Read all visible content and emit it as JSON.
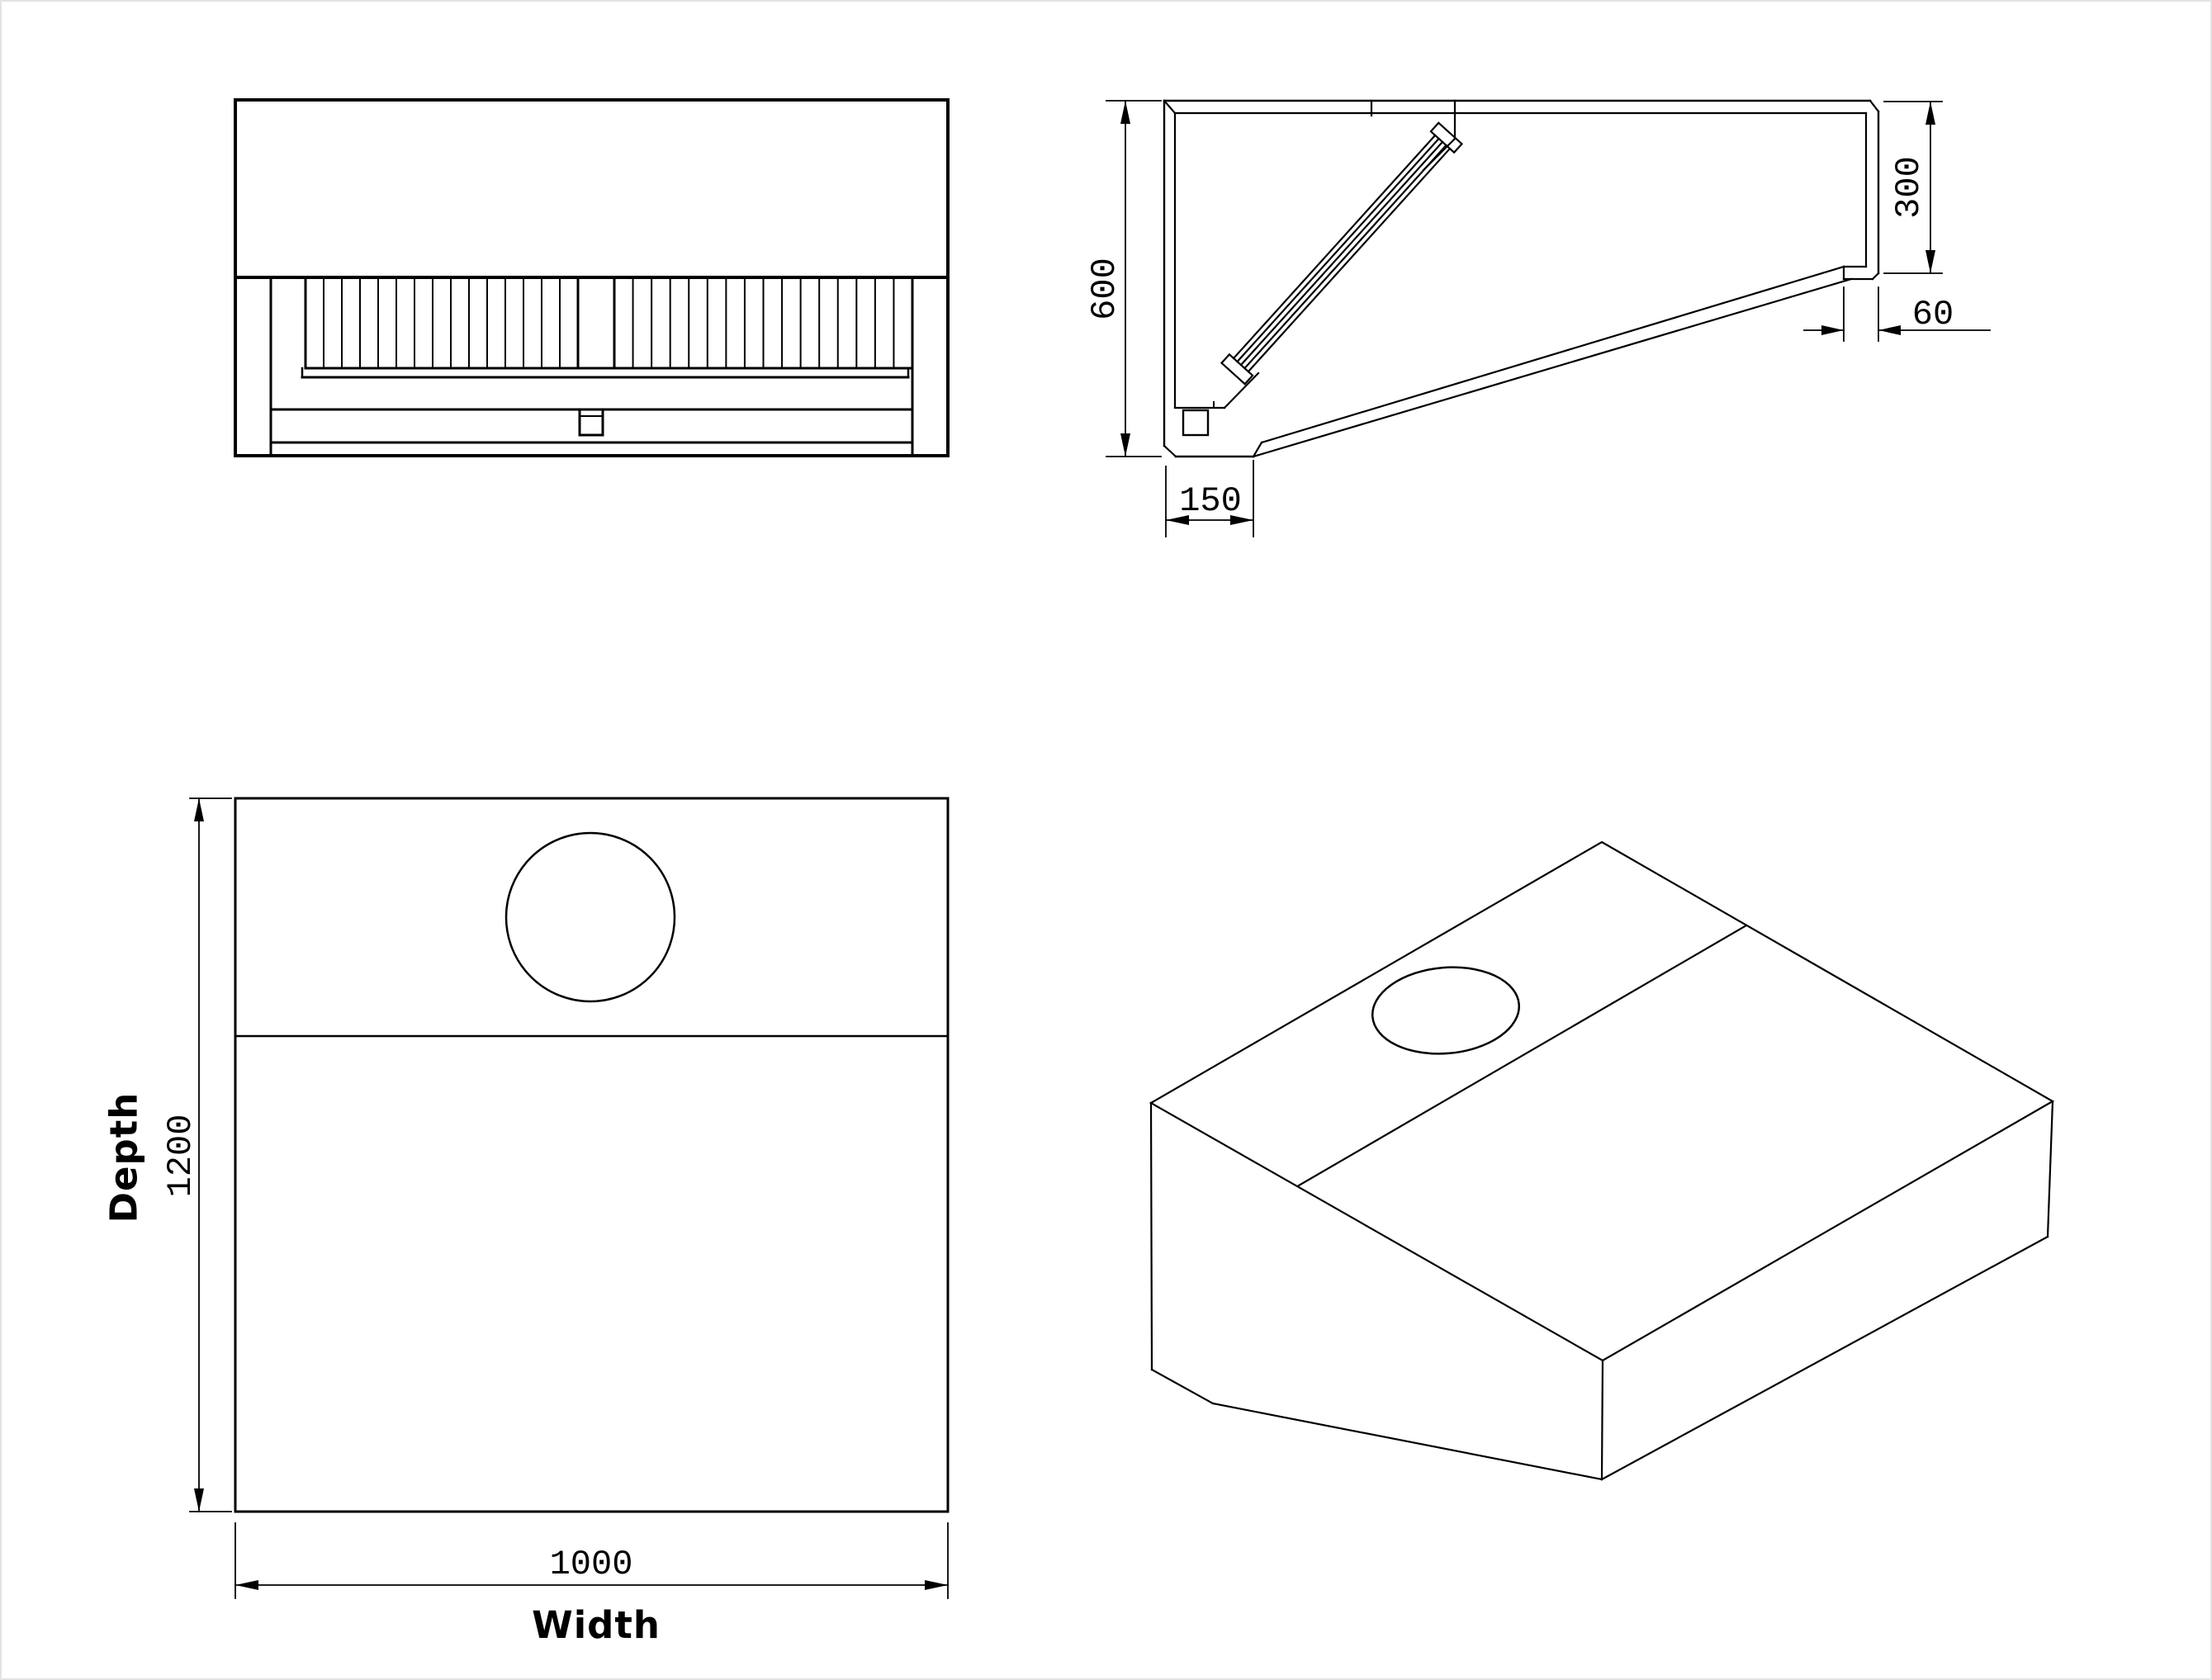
{
  "drawing": {
    "side_view": {
      "height": "600",
      "duct_height": "300",
      "lip": "60",
      "ledge": "150"
    },
    "plan_view": {
      "depth_value": "1200",
      "depth_label": "Depth",
      "width_value": "1000",
      "width_label": "Width"
    }
  },
  "colors": {
    "line": "#000000",
    "background": "#ffffff"
  }
}
